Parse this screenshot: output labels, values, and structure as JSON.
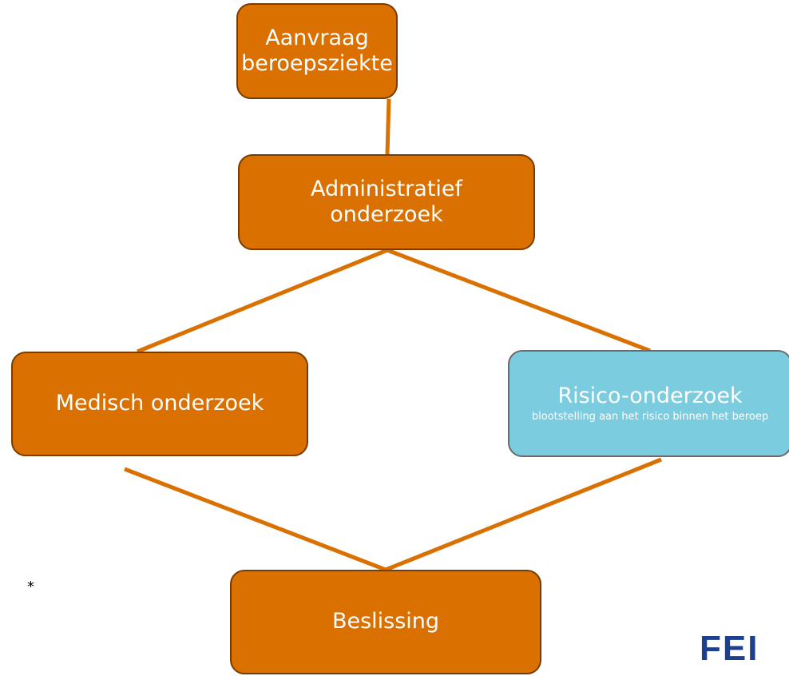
{
  "diagram": {
    "nodes": {
      "aanvraag": {
        "title": "Aanvraag\nberoepsziekte"
      },
      "administratief": {
        "title": "Administratief\nonderzoek"
      },
      "medisch": {
        "title": "Medisch onderzoek"
      },
      "risico": {
        "title": "Risico-onderzoek",
        "subtitle": "blootstelling aan het risico binnen het beroep"
      },
      "beslissing": {
        "title": "Beslissing"
      }
    },
    "edges": [
      {
        "from": "aanvraag",
        "to": "administratief"
      },
      {
        "from": "administratief",
        "to": "medisch"
      },
      {
        "from": "administratief",
        "to": "risico"
      },
      {
        "from": "medisch",
        "to": "beslissing"
      },
      {
        "from": "risico",
        "to": "beslissing"
      }
    ]
  },
  "footnote": "*",
  "logo_text": "FEI",
  "colors": {
    "node_orange": "#d97000",
    "node_blue": "#7ccce0",
    "connector": "#d97000",
    "logo": "#1e3f8c"
  }
}
